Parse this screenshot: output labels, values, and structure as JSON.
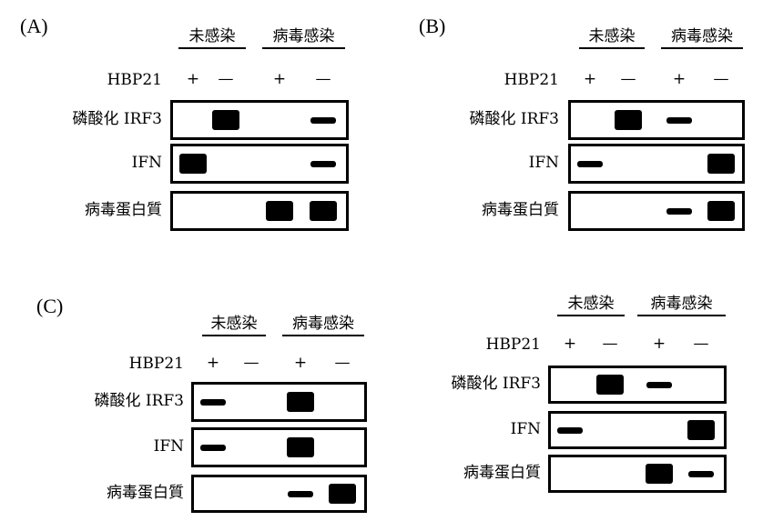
{
  "panels": [
    {
      "label": "(A)",
      "groups": [
        "未感染",
        "病毒感染"
      ],
      "treatment_label": "HBP21",
      "signs": [
        "+",
        "—",
        "+",
        "—"
      ],
      "rows": [
        {
          "label": "磷酸化 IRF3",
          "lanes": [
            "none",
            "thick",
            "none",
            "thin"
          ]
        },
        {
          "label": "IFN",
          "lanes": [
            "thick",
            "none",
            "none",
            "thin"
          ]
        },
        {
          "label": "病毒蛋白質",
          "lanes": [
            "none",
            "none",
            "thick",
            "thick"
          ]
        }
      ]
    },
    {
      "label": "(B)",
      "groups": [
        "未感染",
        "病毒感染"
      ],
      "treatment_label": "HBP21",
      "signs": [
        "+",
        "—",
        "+",
        "—"
      ],
      "rows": [
        {
          "label": "磷酸化 IRF3",
          "lanes": [
            "none",
            "thick",
            "thin",
            "none"
          ]
        },
        {
          "label": "IFN",
          "lanes": [
            "thin",
            "none",
            "none",
            "thick"
          ]
        },
        {
          "label": "病毒蛋白質",
          "lanes": [
            "none",
            "none",
            "thin",
            "thick"
          ]
        }
      ]
    },
    {
      "label": "(C)",
      "groups": [
        "未感染",
        "病毒感染"
      ],
      "treatment_label": "HBP21",
      "signs": [
        "+",
        "—",
        "+",
        "—"
      ],
      "rows": [
        {
          "label": "磷酸化 IRF3",
          "lanes": [
            "thin",
            "none",
            "thick",
            "none"
          ]
        },
        {
          "label": "IFN",
          "lanes": [
            "thin",
            "none",
            "thick",
            "none"
          ]
        },
        {
          "label": "病毒蛋白質",
          "lanes": [
            "none",
            "none",
            "thin",
            "thick"
          ]
        }
      ]
    },
    {
      "label": "",
      "groups": [
        "未感染",
        "病毒感染"
      ],
      "treatment_label": "HBP21",
      "signs": [
        "+",
        "—",
        "+",
        "—"
      ],
      "rows": [
        {
          "label": "磷酸化 IRF3",
          "lanes": [
            "none",
            "thick",
            "thin",
            "none"
          ]
        },
        {
          "label": "IFN",
          "lanes": [
            "thin",
            "none",
            "none",
            "thick"
          ]
        },
        {
          "label": "病毒蛋白質",
          "lanes": [
            "none",
            "none",
            "thick",
            "thin"
          ]
        }
      ]
    }
  ]
}
